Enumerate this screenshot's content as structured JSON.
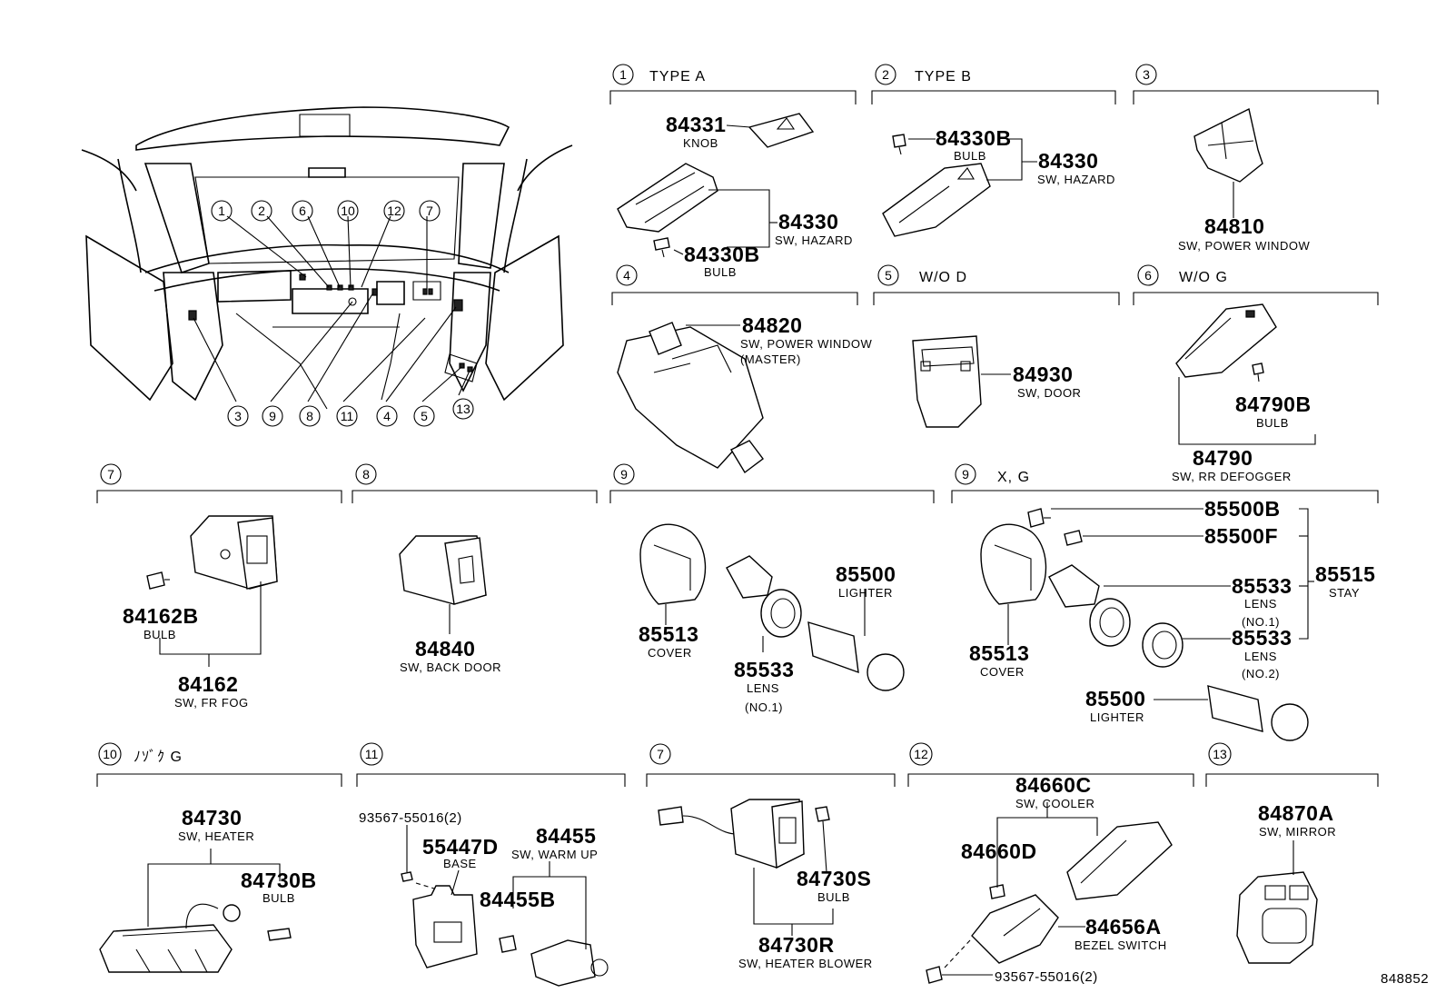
{
  "figure_id": "848852",
  "overview_callouts": [
    "1",
    "2",
    "6",
    "10",
    "12",
    "7",
    "3",
    "9",
    "8",
    "11",
    "4",
    "5",
    "13"
  ],
  "sections": {
    "s1": {
      "num": "1",
      "title": "TYPE A"
    },
    "s2": {
      "num": "2",
      "title": "TYPE B"
    },
    "s3": {
      "num": "3",
      "title": ""
    },
    "s4": {
      "num": "4",
      "title": ""
    },
    "s5": {
      "num": "5",
      "title": "W/O D"
    },
    "s6": {
      "num": "6",
      "title": "W/O G"
    },
    "s7a": {
      "num": "7",
      "title": ""
    },
    "s8": {
      "num": "8",
      "title": ""
    },
    "s9a": {
      "num": "9",
      "title": ""
    },
    "s9b": {
      "num": "9",
      "title": "X, G"
    },
    "s10": {
      "num": "10",
      "title": "ﾉｿﾞｸ G"
    },
    "s11": {
      "num": "11",
      "title": ""
    },
    "s7b": {
      "num": "7",
      "title": ""
    },
    "s12": {
      "num": "12",
      "title": ""
    },
    "s13": {
      "num": "13",
      "title": ""
    }
  },
  "parts": {
    "p84331": {
      "number": "84331",
      "name": "KNOB"
    },
    "p84330_a": {
      "number": "84330",
      "name": "SW, HAZARD"
    },
    "p84330B_a": {
      "number": "84330B",
      "name": "BULB"
    },
    "p84330B_b": {
      "number": "84330B",
      "name": "BULB"
    },
    "p84330_b": {
      "number": "84330",
      "name": "SW, HAZARD"
    },
    "p84810": {
      "number": "84810",
      "name": "SW, POWER WINDOW"
    },
    "p84820": {
      "number": "84820",
      "name": "SW, POWER WINDOW",
      "name2": "(MASTER)"
    },
    "p84930": {
      "number": "84930",
      "name": "SW, DOOR"
    },
    "p84790B": {
      "number": "84790B",
      "name": "BULB"
    },
    "p84790": {
      "number": "84790",
      "name": "SW, RR DEFOGGER"
    },
    "p84162B": {
      "number": "84162B",
      "name": "BULB"
    },
    "p84162": {
      "number": "84162",
      "name": "SW, FR FOG"
    },
    "p84840": {
      "number": "84840",
      "name": "SW, BACK DOOR"
    },
    "p85513_a": {
      "number": "85513",
      "name": "COVER"
    },
    "p85533_a": {
      "number": "85533",
      "name": "LENS",
      "name2": "(NO.1)"
    },
    "p85500_a": {
      "number": "85500",
      "name": "LIGHTER"
    },
    "p85500B": {
      "number": "85500B",
      "name": ""
    },
    "p85500F": {
      "number": "85500F",
      "name": ""
    },
    "p85515": {
      "number": "85515",
      "name": "STAY"
    },
    "p85533_b1": {
      "number": "85533",
      "name": "LENS",
      "name2": "(NO.1)"
    },
    "p85533_b2": {
      "number": "85533",
      "name": "LENS",
      "name2": "(NO.2)"
    },
    "p85513_b": {
      "number": "85513",
      "name": "COVER"
    },
    "p85500_b": {
      "number": "85500",
      "name": "LIGHTER"
    },
    "p84730": {
      "number": "84730",
      "name": "SW, HEATER"
    },
    "p84730B": {
      "number": "84730B",
      "name": "BULB"
    },
    "p93567_a": {
      "number": "93567-55016(2)",
      "name": ""
    },
    "p55447D": {
      "number": "55447D",
      "name": "BASE"
    },
    "p84455": {
      "number": "84455",
      "name": "SW, WARM UP"
    },
    "p84455B": {
      "number": "84455B",
      "name": ""
    },
    "p84730S": {
      "number": "84730S",
      "name": "BULB"
    },
    "p84730R": {
      "number": "84730R",
      "name": "SW, HEATER BLOWER"
    },
    "p84660C": {
      "number": "84660C",
      "name": "SW, COOLER"
    },
    "p84660D": {
      "number": "84660D",
      "name": ""
    },
    "p84656A": {
      "number": "84656A",
      "name": "BEZEL SWITCH"
    },
    "p93567_b": {
      "number": "93567-55016(2)",
      "name": ""
    },
    "p84870A": {
      "number": "84870A",
      "name": "SW, MIRROR"
    }
  }
}
